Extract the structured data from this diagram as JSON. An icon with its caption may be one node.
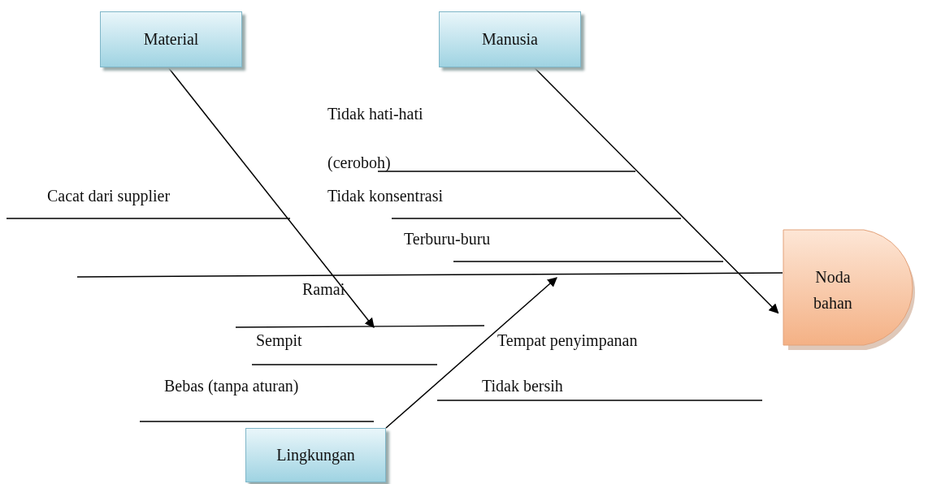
{
  "diagram": {
    "nodes": [
      {
        "text": [
          "Material"
        ]
      },
      {
        "text": [
          "Manusia"
        ]
      },
      {
        "text": [
          "Noda bahan"
        ]
      },
      {
        "text": [
          "Lingkungan"
        ]
      }
    ],
    "edges": [
      {
        "from": 0,
        "to": null,
        "arrow": "to"
      },
      {
        "from": 1,
        "to": 2,
        "arrow": "to"
      },
      {
        "from": 3,
        "to": null,
        "arrow": "to"
      },
      {
        "from": null,
        "to": 2,
        "arrow": "none"
      }
    ],
    "labels": [
      "Tidak hati-hati (ceroboh)",
      "Cacat dari supplier",
      "Tidak konsentrasi",
      "Terburu-buru",
      "Ramai",
      "Sempit",
      "Tempat penyimpanan",
      "Bebas (tanpa aturan)",
      "Tidak bersih"
    ]
  }
}
